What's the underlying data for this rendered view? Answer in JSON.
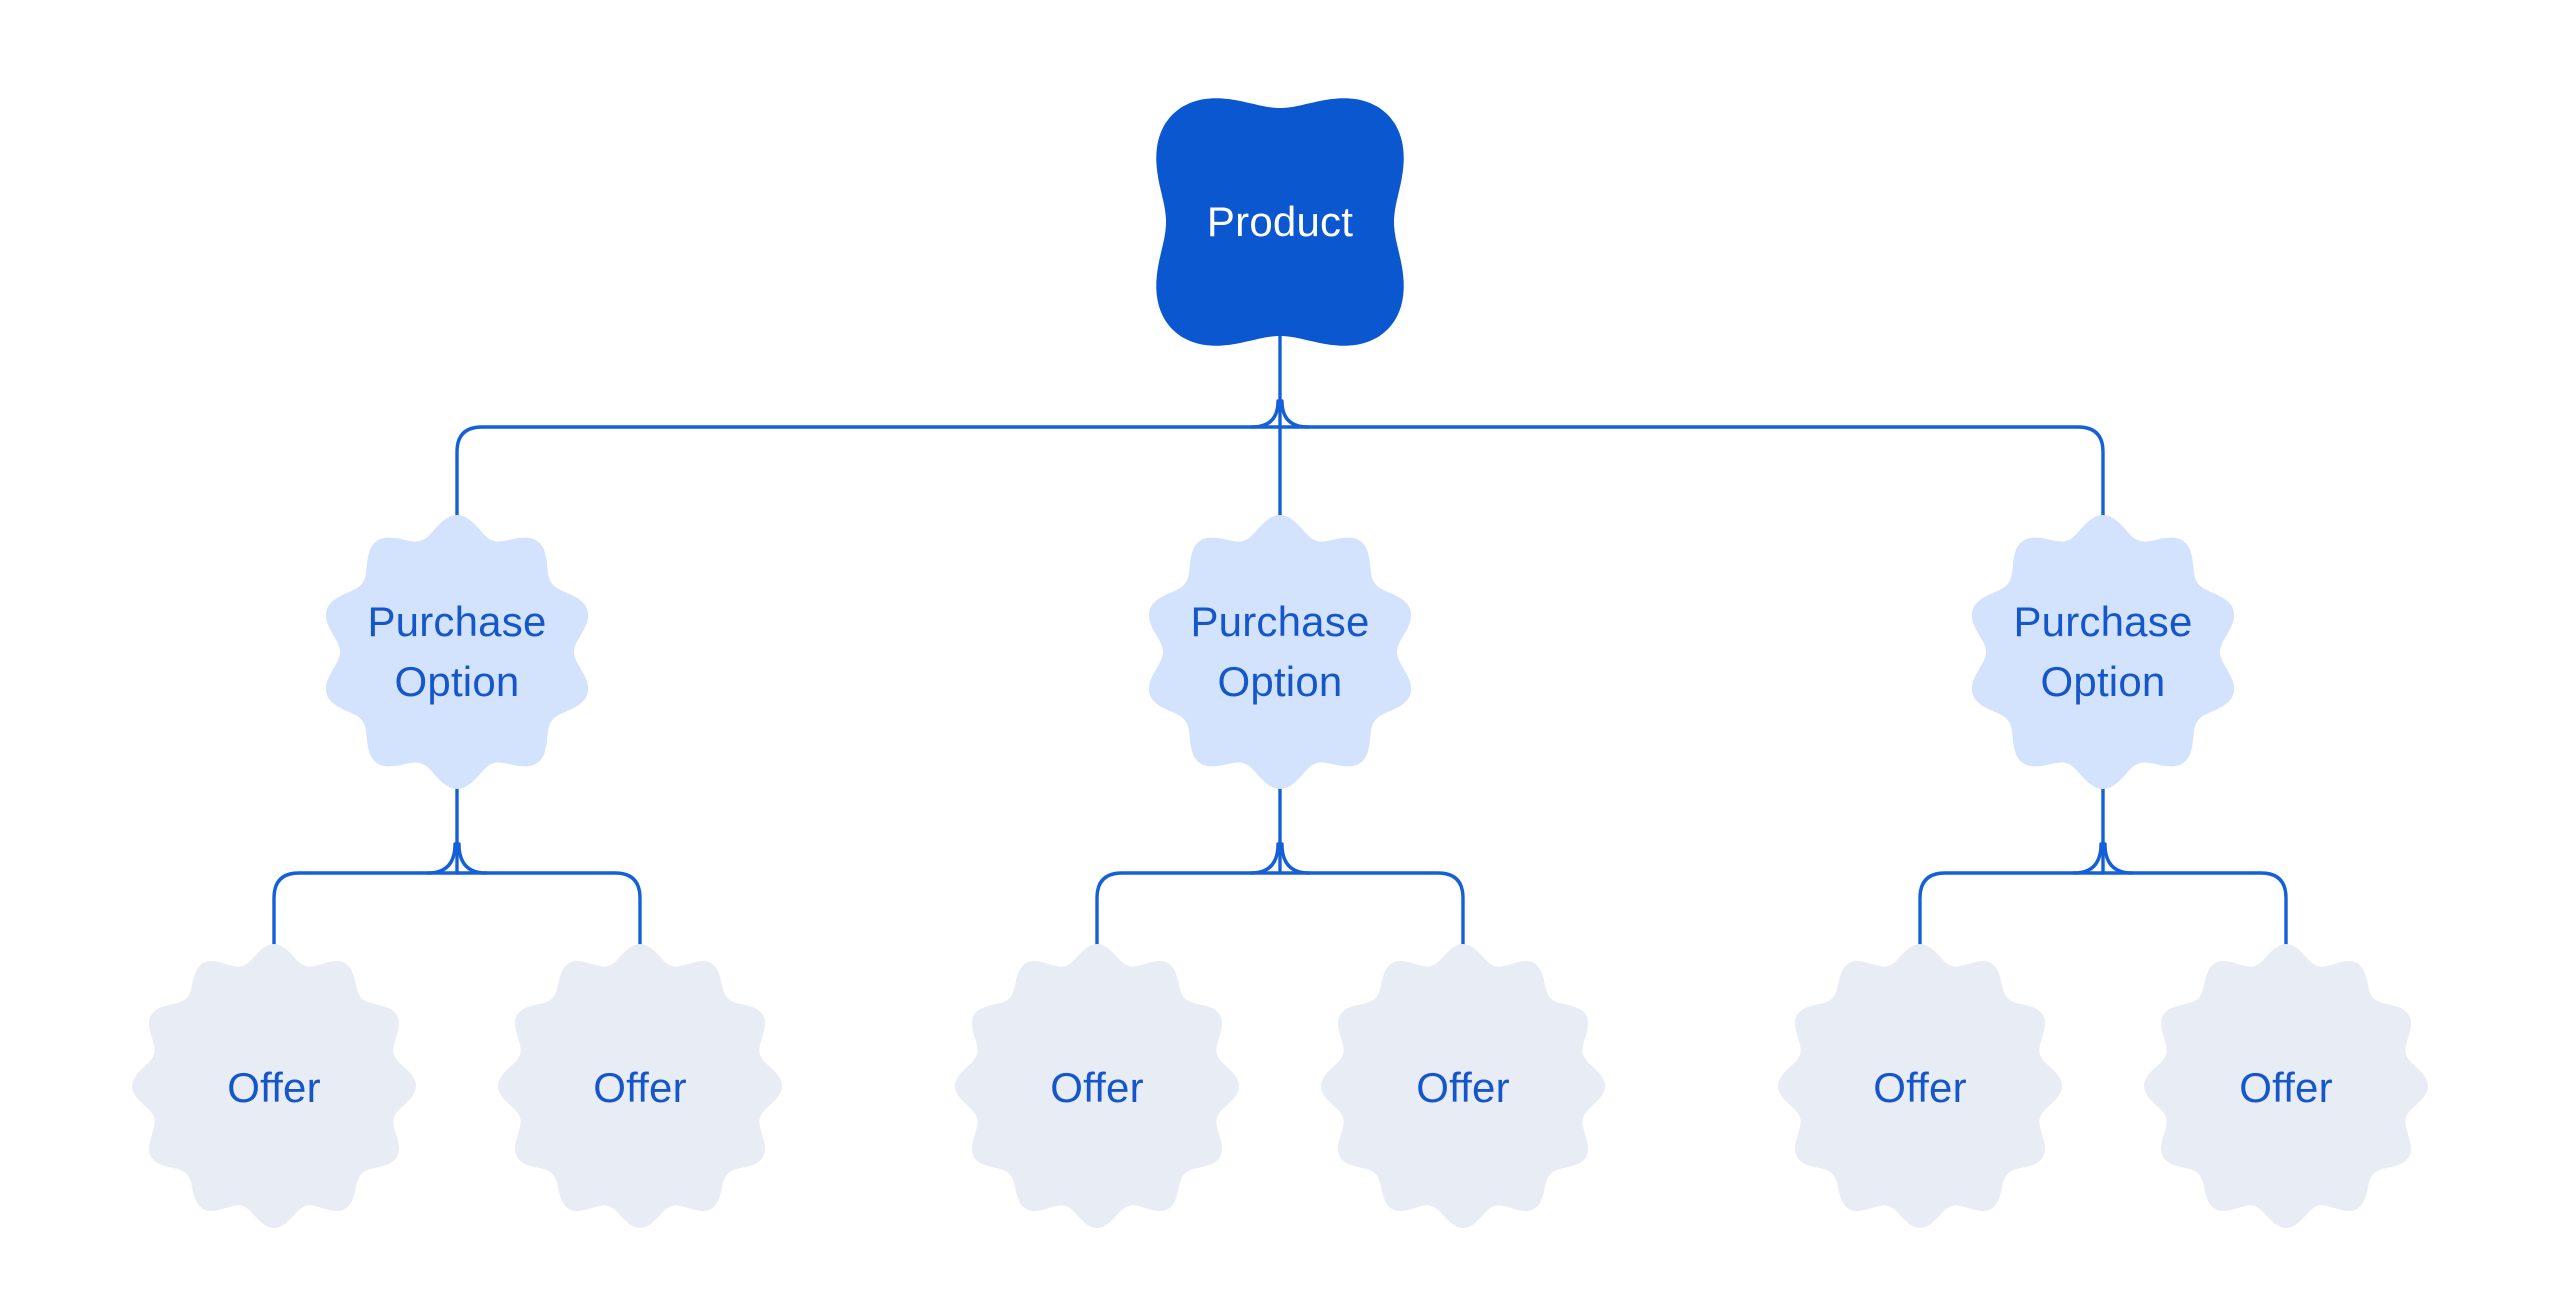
{
  "diagram": {
    "title": "Product hierarchy tree",
    "colors": {
      "background": "#ffffff",
      "product_fill": "#0b57d0",
      "product_text": "#ffffff",
      "purchase_fill": "#d3e3fd",
      "offer_fill": "#e8ecf4",
      "node_text": "#1656cb",
      "connector": "#1560d8"
    },
    "root": {
      "label": "Product"
    },
    "purchase_options": [
      {
        "label": "Purchase Option",
        "offers": [
          {
            "label": "Offer"
          },
          {
            "label": "Offer"
          }
        ]
      },
      {
        "label": "Purchase Option",
        "offers": [
          {
            "label": "Offer"
          },
          {
            "label": "Offer"
          }
        ]
      },
      {
        "label": "Purchase Option",
        "offers": [
          {
            "label": "Offer"
          },
          {
            "label": "Offer"
          }
        ]
      }
    ]
  }
}
